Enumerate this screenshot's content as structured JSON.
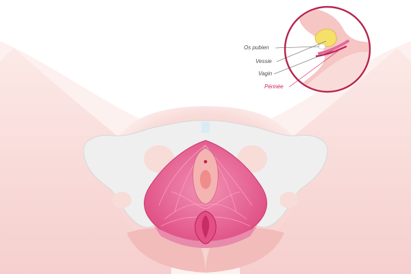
{
  "labels": {
    "pubic_bone": "Os pubien",
    "bladder": "Vessie",
    "vagina": "Vagin",
    "perineum": "Périnée"
  },
  "colors": {
    "skin": "#f6cfcc",
    "skin_light": "#fbe4e1",
    "bone": "#eeeeee",
    "muscle": "#e6558c",
    "muscle_light": "#f07aa3",
    "accent": "#d01f5c",
    "outline": "#b8234e"
  }
}
